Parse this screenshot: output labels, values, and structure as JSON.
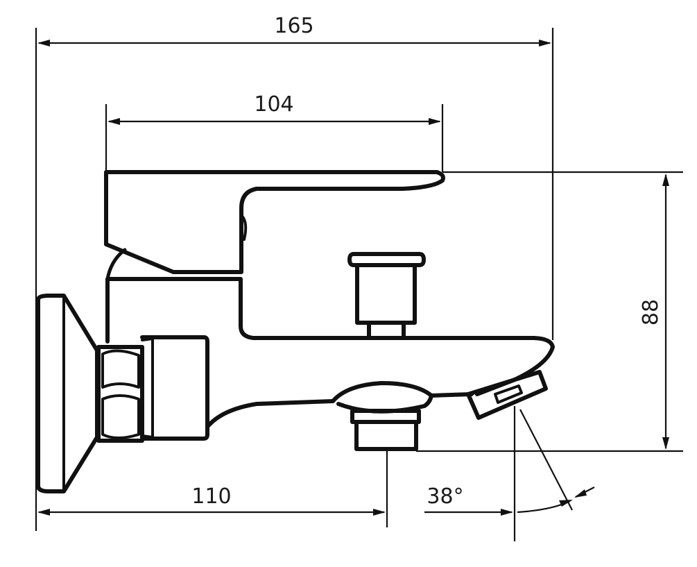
{
  "dimensions": {
    "overall_width": "165",
    "lever_width": "104",
    "spout_offset": "110",
    "height": "88",
    "spout_angle": "38°"
  },
  "colors": {
    "line": "#111111",
    "background": "#ffffff"
  }
}
